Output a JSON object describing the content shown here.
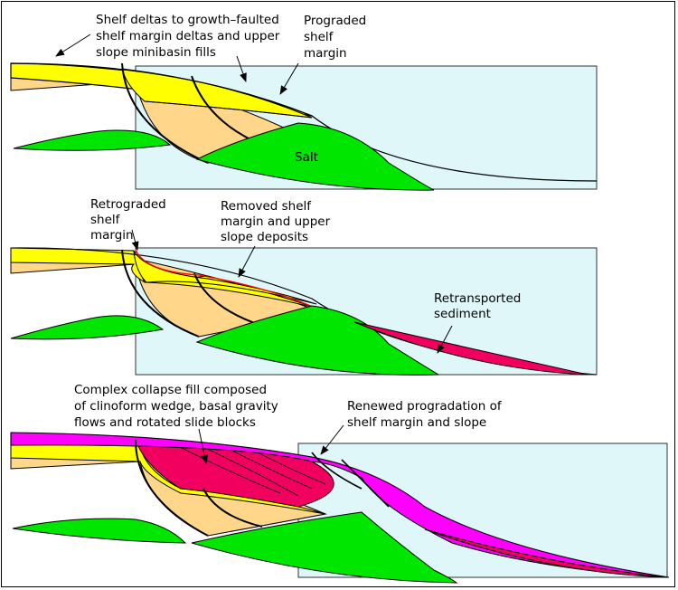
{
  "colors": {
    "water": "#e0f7f9",
    "shelf_tan": "#ffd68a",
    "delta_yellow": "#ffff00",
    "salt_green": "#00e600",
    "retransported_red": "#f20060",
    "renewed_magenta": "#ff00ff",
    "removed_surface_red": "#ff0000",
    "outline": "#000000"
  },
  "panel1": {
    "label_deltas_line1": "Shelf deltas to growth–faulted",
    "label_deltas_line2": "shelf margin deltas and upper",
    "label_deltas_line3": "slope minibasin fills",
    "label_prograded_line1": "Prograded",
    "label_prograded_line2": "shelf",
    "label_prograded_line3": "margin",
    "label_salt": "Salt"
  },
  "panel2": {
    "label_retrograded_line1": "Retrograded",
    "label_retrograded_line2": "shelf",
    "label_retrograded_line3": "margin",
    "label_removed_line1": "Removed shelf",
    "label_removed_line2": "margin and upper",
    "label_removed_line3": "slope deposits",
    "label_retransported_line1": "Retransported",
    "label_retransported_line2": "sediment"
  },
  "panel3": {
    "label_collapse_line1": "Complex collapse fill composed",
    "label_collapse_line2": "of clinoform wedge, basal gravity",
    "label_collapse_line3": "flows and rotated slide blocks",
    "label_renewed_line1": "Renewed progradation of",
    "label_renewed_line2": "shelf margin and slope"
  }
}
